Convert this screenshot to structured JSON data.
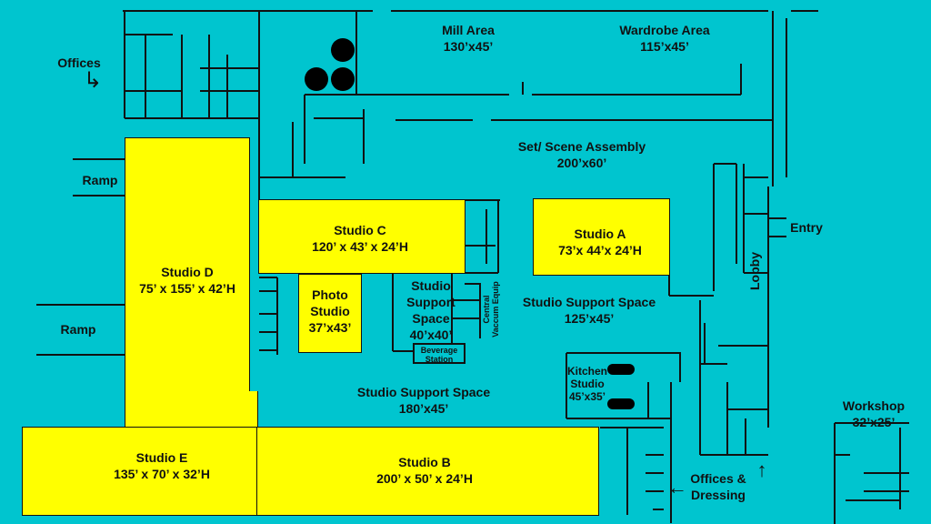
{
  "colors": {
    "background": "#00C5CF",
    "studio": "#FFFF00",
    "walls": "#111111"
  },
  "rooms": {
    "mill": {
      "name": "Mill Area",
      "size": "130’x45’"
    },
    "wardrobe": {
      "name": "Wardrobe Area",
      "size": "115’x45’"
    },
    "set_assembly": {
      "name": "Set/ Scene Assembly",
      "size": "200’x60’"
    },
    "studio_a": {
      "name": "Studio A",
      "size": "73’x 44’x 24’H"
    },
    "studio_b": {
      "name": "Studio B",
      "size": "200’ x 50’ x 24’H"
    },
    "studio_c": {
      "name": "Studio C",
      "size": "120’ x 43’ x 24’H"
    },
    "studio_d": {
      "name": "Studio D",
      "size": "75’ x 155’ x 42’H"
    },
    "studio_e": {
      "name": "Studio E",
      "size": "135’ x 70’ x 32’H"
    },
    "photo": {
      "name1": "Photo",
      "name2": "Studio",
      "size": "37’x43’"
    },
    "support_small": {
      "l1": "Studio",
      "l2": "Support",
      "l3": "Space",
      "size": "40’x40’"
    },
    "support_right": {
      "name": "Studio Support Space",
      "size": "125’x45’"
    },
    "support_bottom": {
      "name": "Studio Support Space",
      "size": "180’x45’"
    },
    "kitchen": {
      "l1": "Kitchen",
      "l2": "Studio",
      "size": "45’x35’"
    },
    "workshop": {
      "name": "Workshop",
      "size": "32’x25’"
    },
    "beverage": {
      "l1": "Beverage",
      "l2": "Station"
    },
    "vacuum": {
      "l1": "Central",
      "l2": "Vaccum Equip"
    }
  },
  "labels": {
    "offices": "Offices",
    "ramp_top": "Ramp",
    "ramp_bottom": "Ramp",
    "entry": "Entry",
    "lobby": "Lobby",
    "offices_dressing_1": "Offices &",
    "offices_dressing_2": "Dressing",
    "arrow_right": "↳",
    "arrow_left": "←",
    "arrow_up": "↑"
  }
}
